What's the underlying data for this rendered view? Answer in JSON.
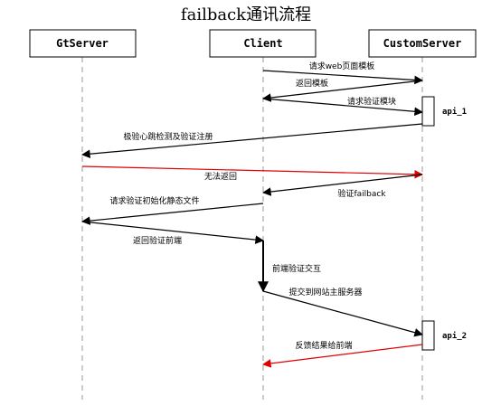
{
  "title": "failback通讯流程",
  "participants": {
    "gtserver": "GtServer",
    "client": "Client",
    "customserver": "CustomServer"
  },
  "messages": [
    {
      "label": "请求web页面模板",
      "color": "#000000"
    },
    {
      "label": "返回模板",
      "color": "#000000"
    },
    {
      "label": "请求验证模块",
      "color": "#000000"
    },
    {
      "label": "极验心跳检测及验证注册",
      "color": "#000000"
    },
    {
      "label": "无法返回",
      "color": "#e00000"
    },
    {
      "label": "验证failback",
      "color": "#000000"
    },
    {
      "label": "请求验证初始化静态文件",
      "color": "#000000"
    },
    {
      "label": "返回验证前端",
      "color": "#000000"
    },
    {
      "label": "前端验证交互",
      "color": "#000000"
    },
    {
      "label": "提交到网站主服务器",
      "color": "#000000"
    },
    {
      "label": "反馈结果给前端",
      "color": "#e00000"
    }
  ],
  "activations": {
    "api_1": "api_1",
    "api_2": "api_2"
  }
}
